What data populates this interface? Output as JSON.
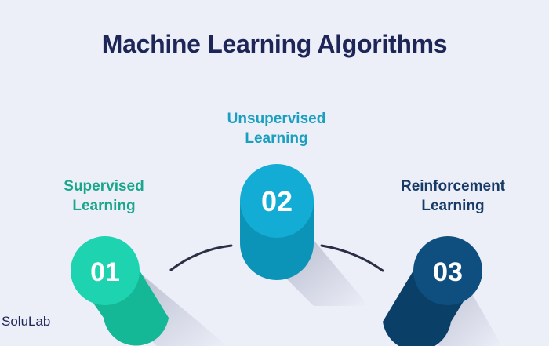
{
  "title": "Machine Learning Algorithms",
  "algorithms": [
    {
      "number": "01",
      "label_line1": "Supervised",
      "label_line2": "Learning",
      "color": "#1dd3b0",
      "side_color": "#14b796",
      "label_color": "#1aa68c"
    },
    {
      "number": "02",
      "label_line1": "Unsupervised",
      "label_line2": "Learning",
      "color": "#12acd4",
      "side_color": "#0b93b8",
      "label_color": "#1a9fbf"
    },
    {
      "number": "03",
      "label_line1": "Reinforcement",
      "label_line2": "Learning",
      "color": "#0e4f80",
      "side_color": "#0a3f68",
      "label_color": "#173a66"
    }
  ],
  "brand": "SoluLab"
}
